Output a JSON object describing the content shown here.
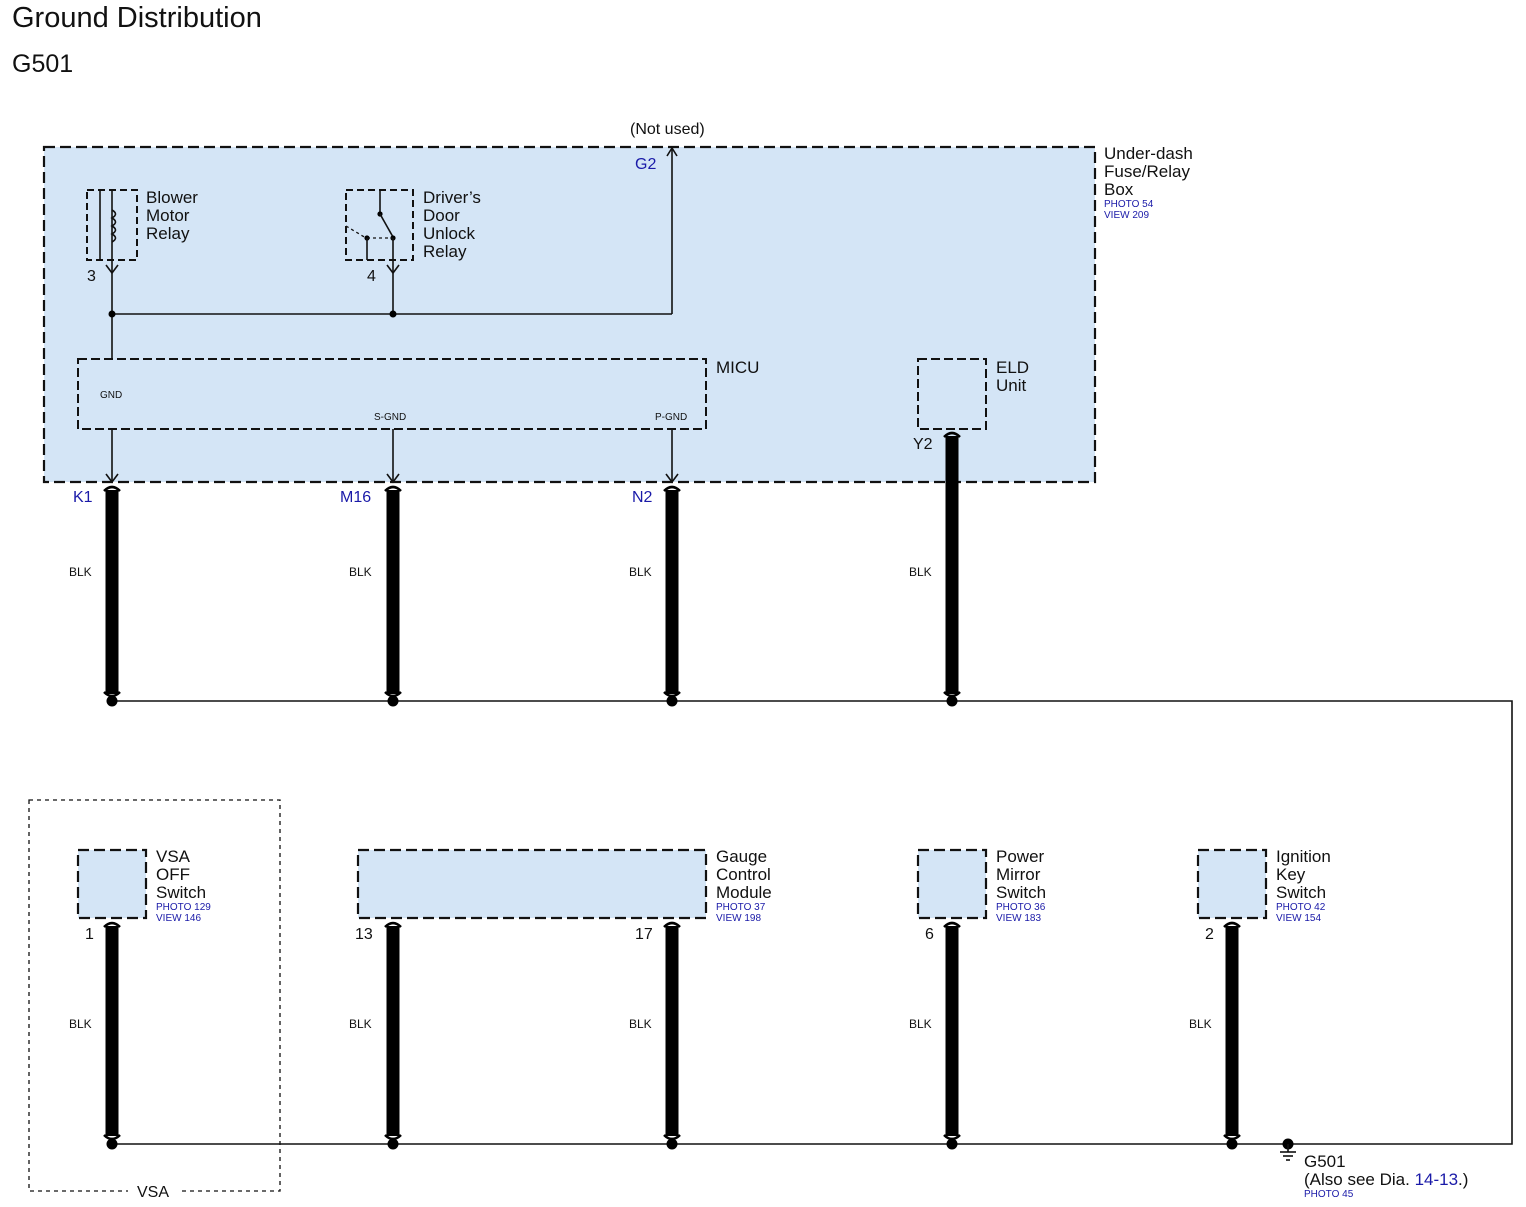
{
  "header": {
    "title": "Ground Distribution",
    "subtitle": "G501"
  },
  "fuse_box": {
    "name_lines": [
      "Under-dash",
      "Fuse/Relay",
      "Box"
    ],
    "photo": "PHOTO 54",
    "view": "VIEW 209",
    "not_used": "(Not used)",
    "g2": "G2"
  },
  "blower_relay": {
    "lines": [
      "Blower",
      "Motor",
      "Relay"
    ],
    "pin": "3"
  },
  "door_relay": {
    "lines": [
      "Driver’s",
      "Door",
      "Unlock",
      "Relay"
    ],
    "pin": "4"
  },
  "micu": {
    "name": "MICU",
    "gnd": "GND",
    "sgnd": "S-GND",
    "pgnd": "P-GND"
  },
  "eld": {
    "lines": [
      "ELD",
      "Unit"
    ],
    "pin": "Y2"
  },
  "top_wires": [
    {
      "connector": "K1",
      "color": "BLK"
    },
    {
      "connector": "M16",
      "color": "BLK"
    },
    {
      "connector": "N2",
      "color": "BLK"
    },
    {
      "color": "BLK"
    }
  ],
  "vsa_switch": {
    "lines": [
      "VSA",
      "OFF",
      "Switch"
    ],
    "photo": "PHOTO 129",
    "view": "VIEW 146",
    "pin": "1",
    "color": "BLK"
  },
  "gauge": {
    "lines": [
      "Gauge",
      "Control",
      "Module"
    ],
    "photo": "PHOTO 37",
    "view": "VIEW 198",
    "pin_a": "13",
    "pin_b": "17",
    "color_a": "BLK",
    "color_b": "BLK"
  },
  "mirror": {
    "lines": [
      "Power",
      "Mirror",
      "Switch"
    ],
    "photo": "PHOTO 36",
    "view": "VIEW 183",
    "pin": "6",
    "color": "BLK"
  },
  "ignition": {
    "lines": [
      "Ignition",
      "Key",
      "Switch"
    ],
    "photo": "PHOTO 42",
    "view": "VIEW 154",
    "pin": "2",
    "color": "BLK"
  },
  "vsa_group": "VSA",
  "ground": {
    "name": "G501",
    "see_prefix": "(Also see Dia.",
    "see_ref": "14-13",
    "see_suffix": ".)",
    "photo": "PHOTO 45"
  }
}
